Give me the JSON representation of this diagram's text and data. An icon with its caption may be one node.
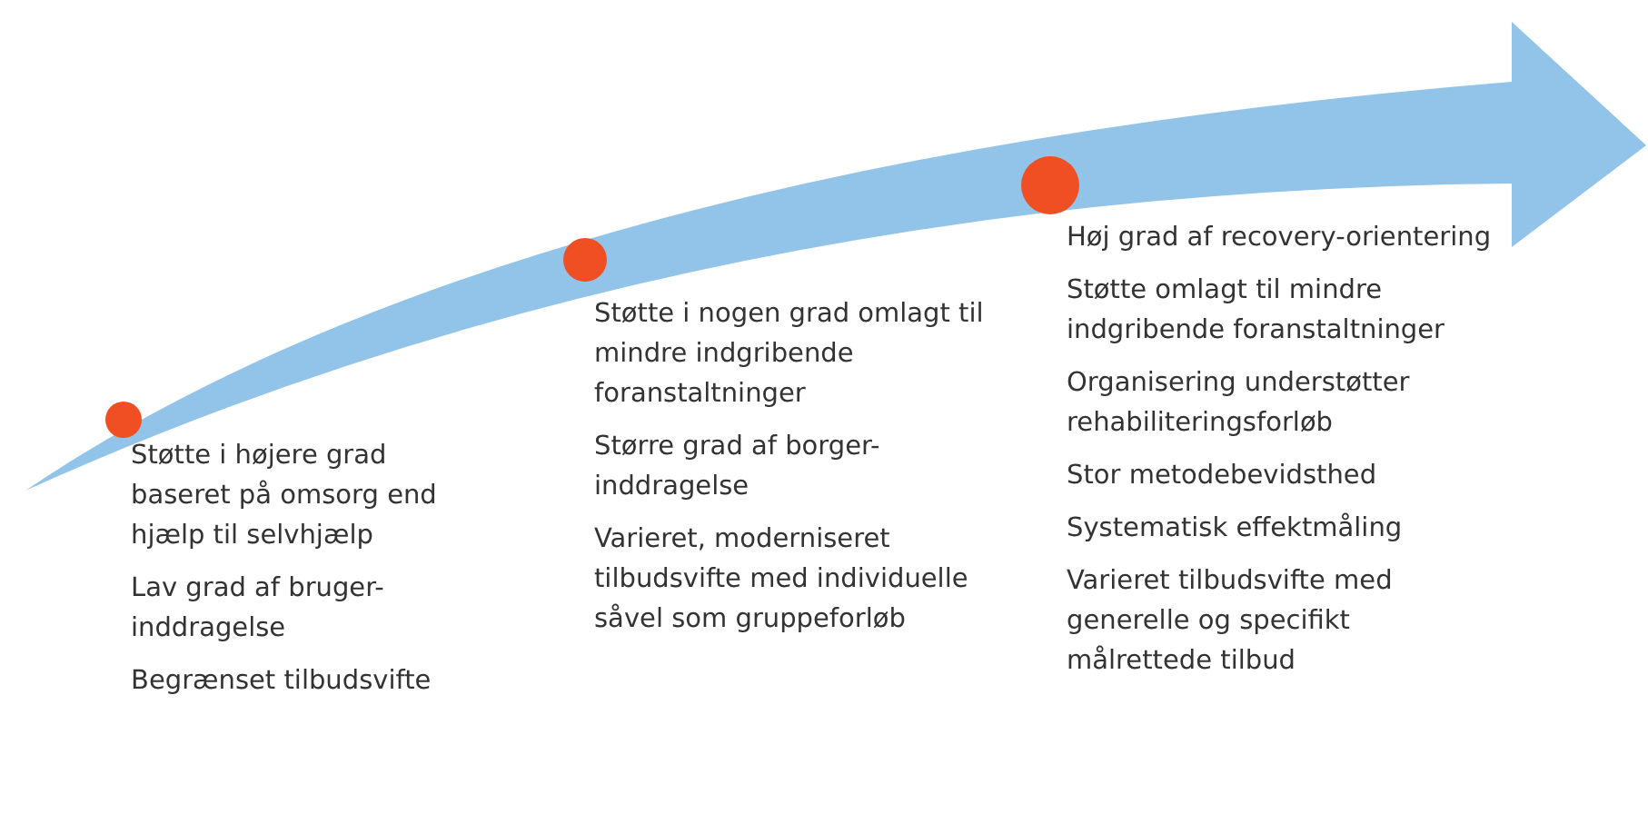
{
  "diagram": {
    "nodes": [
      {
        "text": [],
        "shape": "circle",
        "beside": [
          "Støtte i højere grad baseret på omsorg end hjælp til selvhjælp",
          "Lav grad af bruger-inddragelse",
          "Begrænset tilbudsvifte"
        ]
      },
      {
        "text": [],
        "shape": "circle",
        "beside": [
          "Støtte i nogen grad omlagt til mindre indgribende foranstaltninger",
          "Større grad af borger-inddragelse",
          "Varieret, moderniseret tilbudsvifte med individuelle såvel som gruppeforløb"
        ]
      },
      {
        "text": [],
        "shape": "circle",
        "beside": [
          "Høj grad af recovery-orientering",
          "Støtte omlagt til mindre indgribende foranstaltninger",
          "Organisering understøtter rehabiliteringsforløb",
          "Stor metodebevidsthed",
          "Systematisk effektmåling",
          "Varieret tilbudsvifte med generelle og specifikt målrettede tilbud"
        ]
      }
    ]
  }
}
